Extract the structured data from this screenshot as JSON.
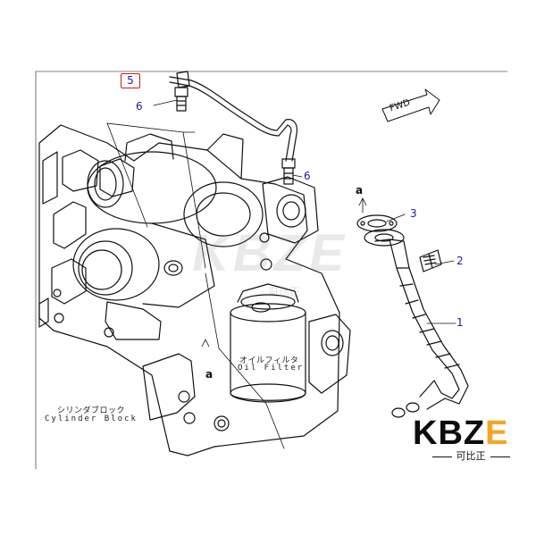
{
  "callouts": {
    "c1": "1",
    "c2": "2",
    "c3": "3",
    "c5": "5",
    "c6a": "6",
    "c6b": "6"
  },
  "marks": {
    "a_top": "a",
    "a_left": "a"
  },
  "direction": {
    "fwd": "FWD"
  },
  "labels": {
    "oil_filter_jp": "オイルフィルタ",
    "oil_filter_en": "Oil Filter",
    "cylinder_block_jp": "シリンダブロック",
    "cylinder_block_en": "Cylinder Block"
  },
  "logo": {
    "main_prefix": "KBZ",
    "main_suffix": "E",
    "sub": "可比正"
  },
  "watermark": {
    "main": "KBZE",
    "sub": "可比正"
  },
  "colors": {
    "callout_text": "#1a1aa8",
    "highlight_box": "#d01818",
    "logo_accent": "#f5a623",
    "line": "#111111"
  }
}
